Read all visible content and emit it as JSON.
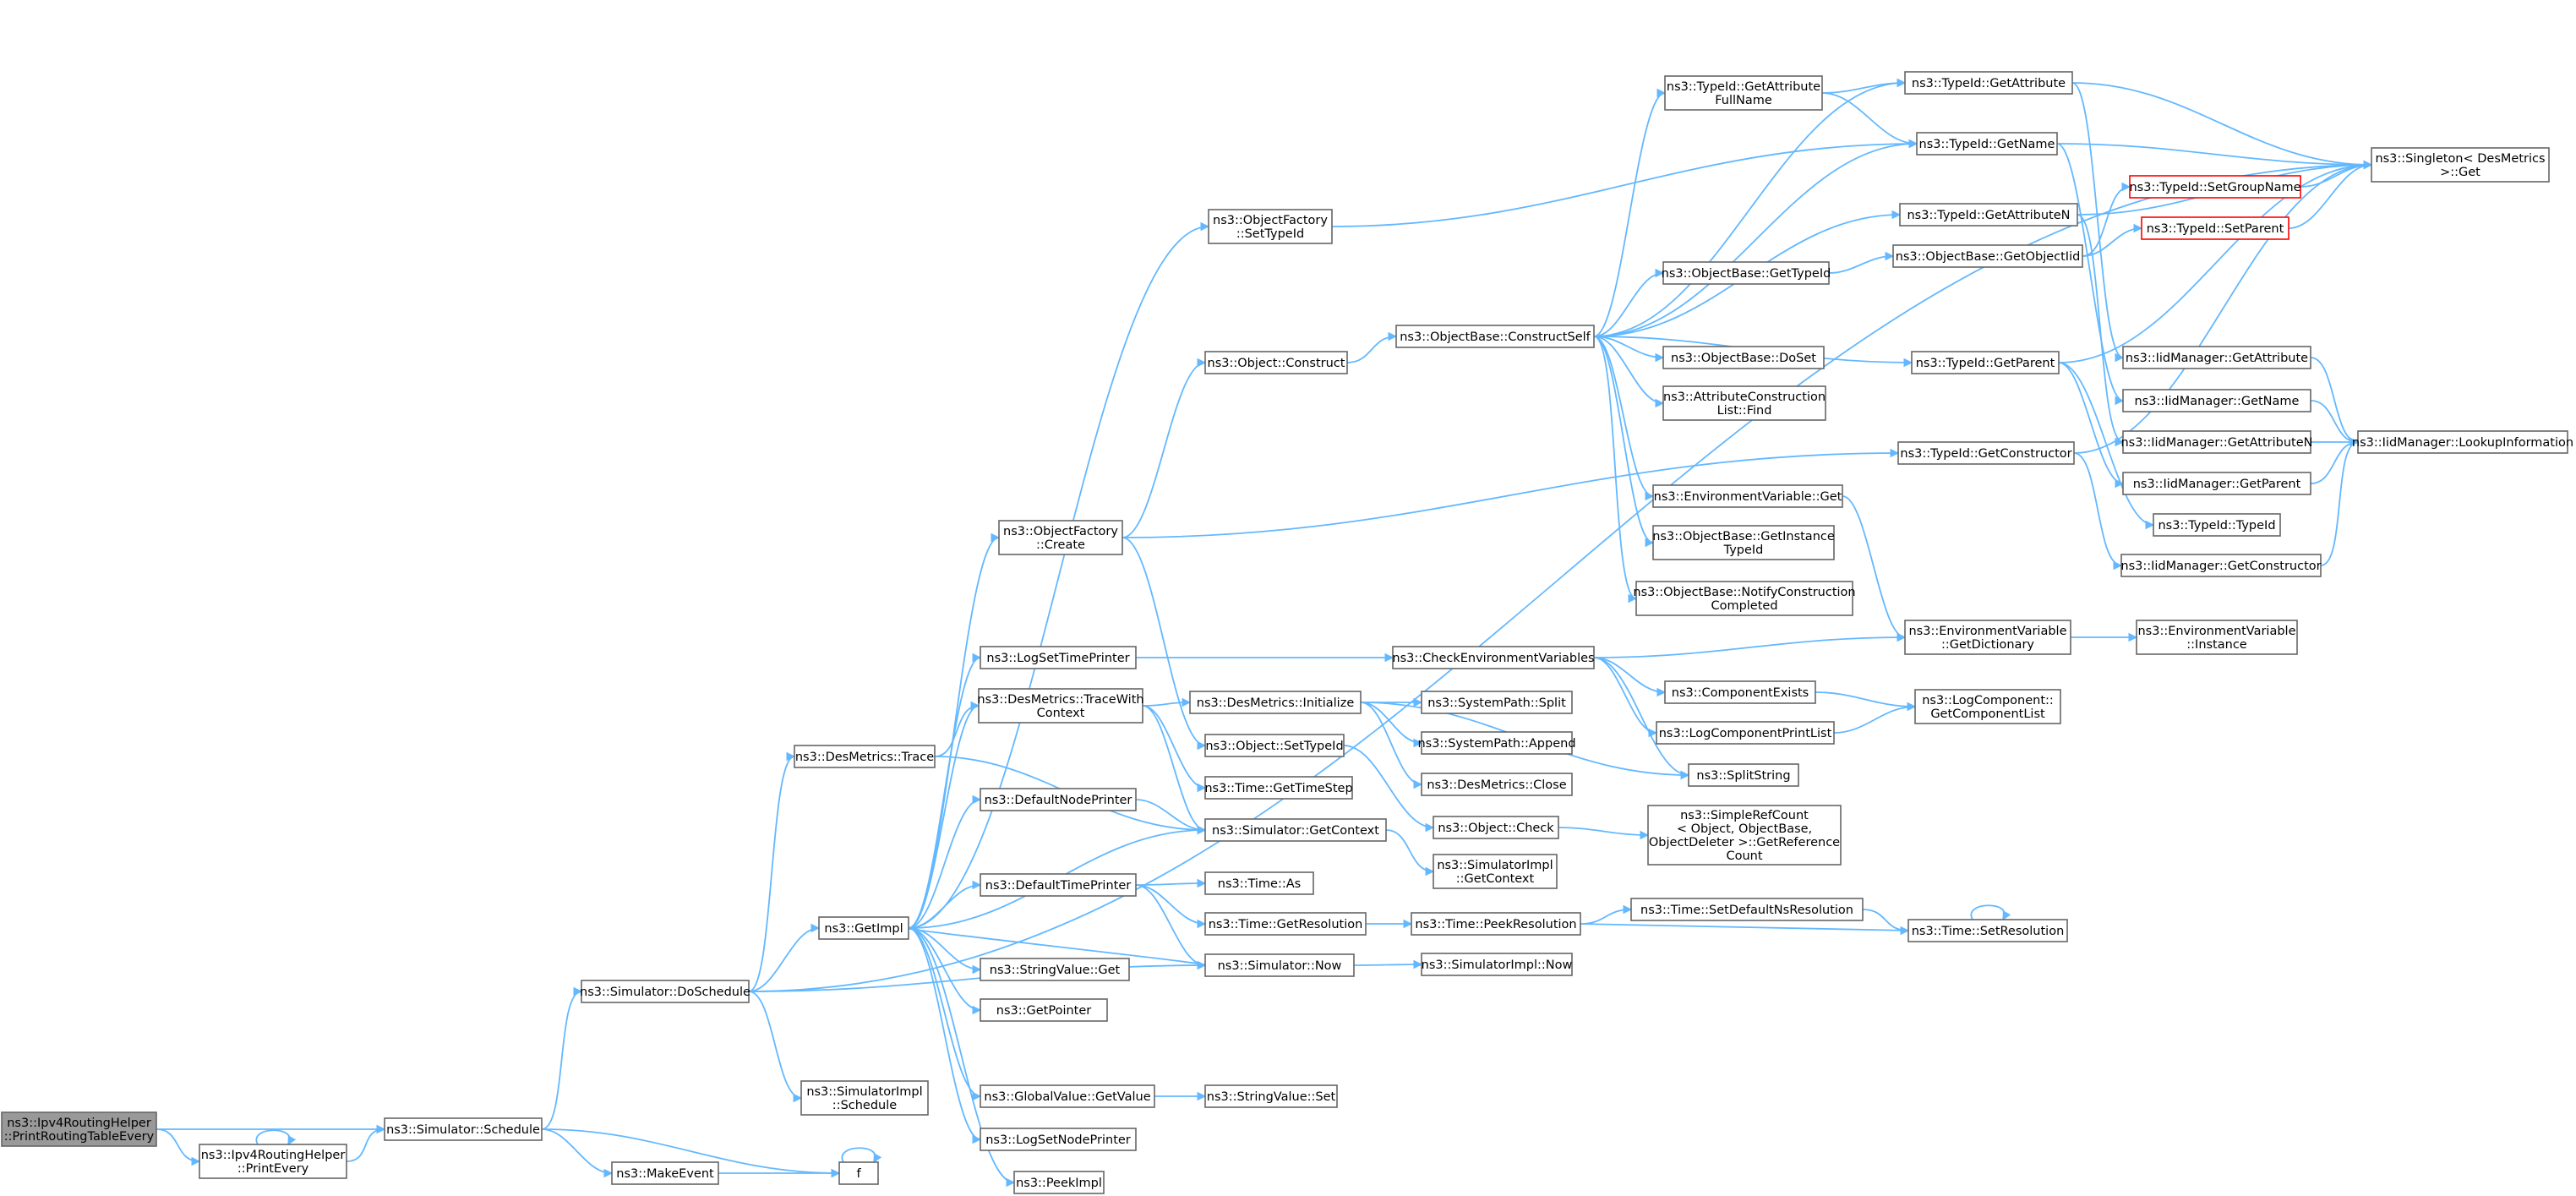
{
  "graph": {
    "nodes": [
      {
        "id": "root",
        "lines": [
          "ns3::Ipv4RoutingHelper",
          "::PrintRoutingTableEvery"
        ],
        "style": "root"
      },
      {
        "id": "printEvery",
        "lines": [
          "ns3::Ipv4RoutingHelper",
          "::PrintEvery"
        ]
      },
      {
        "id": "schedule",
        "lines": [
          "ns3::Simulator::Schedule"
        ]
      },
      {
        "id": "makeEvent",
        "lines": [
          "ns3::MakeEvent"
        ]
      },
      {
        "id": "f",
        "lines": [
          "f"
        ]
      },
      {
        "id": "doSchedule",
        "lines": [
          "ns3::Simulator::DoSchedule"
        ]
      },
      {
        "id": "simImplSchedule",
        "lines": [
          "ns3::SimulatorImpl",
          "::Schedule"
        ]
      },
      {
        "id": "desTrace",
        "lines": [
          "ns3::DesMetrics::Trace"
        ]
      },
      {
        "id": "getImpl",
        "lines": [
          "ns3::GetImpl"
        ]
      },
      {
        "id": "objFactSetTypeId",
        "lines": [
          "ns3::ObjectFactory",
          "::SetTypeId"
        ]
      },
      {
        "id": "objFactCreate",
        "lines": [
          "ns3::ObjectFactory",
          "::Create"
        ]
      },
      {
        "id": "logSetTimePrinter",
        "lines": [
          "ns3::LogSetTimePrinter"
        ]
      },
      {
        "id": "desTraceWithContext",
        "lines": [
          "ns3::DesMetrics::TraceWith",
          "Context"
        ]
      },
      {
        "id": "defaultNodePrinter",
        "lines": [
          "ns3::DefaultNodePrinter"
        ]
      },
      {
        "id": "defaultTimePrinter",
        "lines": [
          "ns3::DefaultTimePrinter"
        ]
      },
      {
        "id": "stringValueGet",
        "lines": [
          "ns3::StringValue::Get"
        ]
      },
      {
        "id": "getPointer",
        "lines": [
          "ns3::GetPointer"
        ]
      },
      {
        "id": "globalValueGetValue",
        "lines": [
          "ns3::GlobalValue::GetValue"
        ]
      },
      {
        "id": "logSetNodePrinter",
        "lines": [
          "ns3::LogSetNodePrinter"
        ]
      },
      {
        "id": "peekImpl",
        "lines": [
          "ns3::PeekImpl"
        ]
      },
      {
        "id": "objectConstruct",
        "lines": [
          "ns3::Object::Construct"
        ]
      },
      {
        "id": "desInitialize",
        "lines": [
          "ns3::DesMetrics::Initialize"
        ]
      },
      {
        "id": "objectSetTypeId",
        "lines": [
          "ns3::Object::SetTypeId"
        ]
      },
      {
        "id": "timeGetTimeStep",
        "lines": [
          "ns3::Time::GetTimeStep"
        ]
      },
      {
        "id": "simGetContext",
        "lines": [
          "ns3::Simulator::GetContext"
        ]
      },
      {
        "id": "timeAs",
        "lines": [
          "ns3::Time::As"
        ]
      },
      {
        "id": "timeGetResolution",
        "lines": [
          "ns3::Time::GetResolution"
        ]
      },
      {
        "id": "simNow",
        "lines": [
          "ns3::Simulator::Now"
        ]
      },
      {
        "id": "stringValueSet",
        "lines": [
          "ns3::StringValue::Set"
        ]
      },
      {
        "id": "constructSelf",
        "lines": [
          "ns3::ObjectBase::ConstructSelf"
        ]
      },
      {
        "id": "checkEnvVars",
        "lines": [
          "ns3::CheckEnvironmentVariables"
        ]
      },
      {
        "id": "sysPathSplit",
        "lines": [
          "ns3::SystemPath::Split"
        ]
      },
      {
        "id": "sysPathAppend",
        "lines": [
          "ns3::SystemPath::Append"
        ]
      },
      {
        "id": "desClose",
        "lines": [
          "ns3::DesMetrics::Close"
        ]
      },
      {
        "id": "objectCheck",
        "lines": [
          "ns3::Object::Check"
        ]
      },
      {
        "id": "simImplGetContext",
        "lines": [
          "ns3::SimulatorImpl",
          "::GetContext"
        ]
      },
      {
        "id": "timePeekResolution",
        "lines": [
          "ns3::Time::PeekResolution"
        ]
      },
      {
        "id": "simImplNow",
        "lines": [
          "ns3::SimulatorImpl::Now"
        ]
      },
      {
        "id": "getAttrFullName",
        "lines": [
          "ns3::TypeId::GetAttribute",
          "FullName"
        ]
      },
      {
        "id": "objBaseGetTypeId",
        "lines": [
          "ns3::ObjectBase::GetTypeId"
        ]
      },
      {
        "id": "objBaseDoSet",
        "lines": [
          "ns3::ObjectBase::DoSet"
        ]
      },
      {
        "id": "attrConstrListFind",
        "lines": [
          "ns3::AttributeConstruction",
          "List::Find"
        ]
      },
      {
        "id": "envVarGet",
        "lines": [
          "ns3::EnvironmentVariable::Get"
        ]
      },
      {
        "id": "objBaseGetInstanceTypeId",
        "lines": [
          "ns3::ObjectBase::GetInstance",
          "TypeId"
        ]
      },
      {
        "id": "objBaseNotifyConstructionCompleted",
        "lines": [
          "ns3::ObjectBase::NotifyConstruction",
          "Completed"
        ]
      },
      {
        "id": "componentExists",
        "lines": [
          "ns3::ComponentExists"
        ]
      },
      {
        "id": "logComponentPrintList",
        "lines": [
          "ns3::LogComponentPrintList"
        ]
      },
      {
        "id": "splitString",
        "lines": [
          "ns3::SplitString"
        ]
      },
      {
        "id": "simpleRefCount",
        "lines": [
          "ns3::SimpleRefCount",
          "< Object, ObjectBase,",
          "ObjectDeleter >::GetReference",
          "Count"
        ]
      },
      {
        "id": "timeSetDefaultNs",
        "lines": [
          "ns3::Time::SetDefaultNsResolution"
        ]
      },
      {
        "id": "typeIdGetAttribute",
        "lines": [
          "ns3::TypeId::GetAttribute"
        ]
      },
      {
        "id": "typeIdGetName",
        "lines": [
          "ns3::TypeId::GetName"
        ]
      },
      {
        "id": "typeIdGetAttributeN",
        "lines": [
          "ns3::TypeId::GetAttributeN"
        ]
      },
      {
        "id": "objBaseGetObjectIid",
        "lines": [
          "ns3::ObjectBase::GetObjectIid"
        ]
      },
      {
        "id": "typeIdGetParent",
        "lines": [
          "ns3::TypeId::GetParent"
        ]
      },
      {
        "id": "typeIdGetConstructor",
        "lines": [
          "ns3::TypeId::GetConstructor"
        ]
      },
      {
        "id": "envVarGetDictionary",
        "lines": [
          "ns3::EnvironmentVariable",
          "::GetDictionary"
        ]
      },
      {
        "id": "logCompGetComponentList",
        "lines": [
          "ns3::LogComponent::",
          "GetComponentList"
        ]
      },
      {
        "id": "timeSetResolution",
        "lines": [
          "ns3::Time::SetResolution"
        ]
      },
      {
        "id": "typeIdSetGroupName",
        "lines": [
          "ns3::TypeId::SetGroupName"
        ],
        "style": "red"
      },
      {
        "id": "typeIdSetParent",
        "lines": [
          "ns3::TypeId::SetParent"
        ],
        "style": "red"
      },
      {
        "id": "iidGetAttribute",
        "lines": [
          "ns3::IidManager::GetAttribute"
        ]
      },
      {
        "id": "iidGetName",
        "lines": [
          "ns3::IidManager::GetName"
        ]
      },
      {
        "id": "iidGetAttributeN",
        "lines": [
          "ns3::IidManager::GetAttributeN"
        ]
      },
      {
        "id": "iidGetParent",
        "lines": [
          "ns3::IidManager::GetParent"
        ]
      },
      {
        "id": "typeIdTypeId",
        "lines": [
          "ns3::TypeId::TypeId"
        ]
      },
      {
        "id": "iidGetConstructor",
        "lines": [
          "ns3::IidManager::GetConstructor"
        ]
      },
      {
        "id": "envVarInstance",
        "lines": [
          "ns3::EnvironmentVariable",
          "::Instance"
        ]
      },
      {
        "id": "singletonGet",
        "lines": [
          "ns3::Singleton< DesMetrics",
          "  >::Get"
        ]
      },
      {
        "id": "iidLookupInformation",
        "lines": [
          "ns3::IidManager::LookupInformation"
        ]
      }
    ],
    "edges": [
      [
        "root",
        "schedule"
      ],
      [
        "root",
        "printEvery"
      ],
      [
        "printEvery",
        "printEvery"
      ],
      [
        "printEvery",
        "schedule"
      ],
      [
        "schedule",
        "doSchedule"
      ],
      [
        "schedule",
        "makeEvent"
      ],
      [
        "schedule",
        "f"
      ],
      [
        "makeEvent",
        "f"
      ],
      [
        "f",
        "f"
      ],
      [
        "doSchedule",
        "singletonGet"
      ],
      [
        "doSchedule",
        "desTrace"
      ],
      [
        "doSchedule",
        "getImpl"
      ],
      [
        "doSchedule",
        "simImplSchedule"
      ],
      [
        "doSchedule",
        "simNow"
      ],
      [
        "desTrace",
        "desTraceWithContext"
      ],
      [
        "desTrace",
        "simGetContext"
      ],
      [
        "getImpl",
        "objFactSetTypeId"
      ],
      [
        "getImpl",
        "objFactCreate"
      ],
      [
        "getImpl",
        "logSetTimePrinter"
      ],
      [
        "getImpl",
        "desTraceWithContext"
      ],
      [
        "getImpl",
        "defaultNodePrinter"
      ],
      [
        "getImpl",
        "defaultTimePrinter"
      ],
      [
        "getImpl",
        "stringValueGet"
      ],
      [
        "getImpl",
        "getPointer"
      ],
      [
        "getImpl",
        "globalValueGetValue"
      ],
      [
        "getImpl",
        "logSetNodePrinter"
      ],
      [
        "getImpl",
        "peekImpl"
      ],
      [
        "getImpl",
        "simGetContext"
      ],
      [
        "objFactSetTypeId",
        "typeIdGetName"
      ],
      [
        "objFactCreate",
        "objectConstruct"
      ],
      [
        "objFactCreate",
        "typeIdGetConstructor"
      ],
      [
        "objFactCreate",
        "objectSetTypeId"
      ],
      [
        "logSetTimePrinter",
        "checkEnvVars"
      ],
      [
        "desTraceWithContext",
        "desInitialize"
      ],
      [
        "desTraceWithContext",
        "timeGetTimeStep"
      ],
      [
        "desTraceWithContext",
        "simGetContext"
      ],
      [
        "defaultNodePrinter",
        "simGetContext"
      ],
      [
        "defaultTimePrinter",
        "timeAs"
      ],
      [
        "defaultTimePrinter",
        "timeGetResolution"
      ],
      [
        "defaultTimePrinter",
        "simNow"
      ],
      [
        "globalValueGetValue",
        "stringValueSet"
      ],
      [
        "objectConstruct",
        "constructSelf"
      ],
      [
        "desInitialize",
        "sysPathSplit"
      ],
      [
        "desInitialize",
        "sysPathAppend"
      ],
      [
        "desInitialize",
        "desClose"
      ],
      [
        "desInitialize",
        "splitString"
      ],
      [
        "objectSetTypeId",
        "objectCheck"
      ],
      [
        "simGetContext",
        "simImplGetContext"
      ],
      [
        "timeGetResolution",
        "timePeekResolution"
      ],
      [
        "simNow",
        "simImplNow"
      ],
      [
        "simNow",
        "getImpl"
      ],
      [
        "constructSelf",
        "getAttrFullName"
      ],
      [
        "constructSelf",
        "typeIdGetAttribute"
      ],
      [
        "constructSelf",
        "typeIdGetName"
      ],
      [
        "constructSelf",
        "typeIdGetAttributeN"
      ],
      [
        "constructSelf",
        "objBaseGetTypeId"
      ],
      [
        "constructSelf",
        "objBaseDoSet"
      ],
      [
        "constructSelf",
        "attrConstrListFind"
      ],
      [
        "constructSelf",
        "typeIdGetParent"
      ],
      [
        "constructSelf",
        "envVarGet"
      ],
      [
        "constructSelf",
        "objBaseGetInstanceTypeId"
      ],
      [
        "constructSelf",
        "objBaseNotifyConstructionCompleted"
      ],
      [
        "checkEnvVars",
        "envVarGetDictionary"
      ],
      [
        "checkEnvVars",
        "componentExists"
      ],
      [
        "checkEnvVars",
        "logComponentPrintList"
      ],
      [
        "checkEnvVars",
        "splitString"
      ],
      [
        "objectCheck",
        "simpleRefCount"
      ],
      [
        "timePeekResolution",
        "timeSetDefaultNs"
      ],
      [
        "getAttrFullName",
        "typeIdGetAttribute"
      ],
      [
        "getAttrFullName",
        "typeIdGetName"
      ],
      [
        "objBaseGetTypeId",
        "objBaseGetObjectIid"
      ],
      [
        "envVarGet",
        "envVarGetDictionary"
      ],
      [
        "componentExists",
        "logCompGetComponentList"
      ],
      [
        "logComponentPrintList",
        "logCompGetComponentList"
      ],
      [
        "timeSetDefaultNs",
        "timeSetResolution"
      ],
      [
        "typeIdGetAttribute",
        "singletonGet"
      ],
      [
        "typeIdGetAttribute",
        "iidGetAttribute"
      ],
      [
        "typeIdGetName",
        "singletonGet"
      ],
      [
        "typeIdGetName",
        "iidGetName"
      ],
      [
        "typeIdGetAttributeN",
        "singletonGet"
      ],
      [
        "typeIdGetAttributeN",
        "iidGetAttributeN"
      ],
      [
        "objBaseGetObjectIid",
        "typeIdSetGroupName"
      ],
      [
        "objBaseGetObjectIid",
        "typeIdSetParent"
      ],
      [
        "typeIdGetParent",
        "singletonGet"
      ],
      [
        "typeIdGetParent",
        "iidGetParent"
      ],
      [
        "typeIdGetParent",
        "typeIdTypeId"
      ],
      [
        "typeIdGetConstructor",
        "singletonGet"
      ],
      [
        "typeIdGetConstructor",
        "iidGetConstructor"
      ],
      [
        "envVarGetDictionary",
        "envVarInstance"
      ],
      [
        "timeSetResolution",
        "timePeekResolution"
      ],
      [
        "timeSetResolution",
        "timeSetResolution"
      ],
      [
        "typeIdSetGroupName",
        "singletonGet"
      ],
      [
        "typeIdSetParent",
        "singletonGet"
      ],
      [
        "iidGetAttribute",
        "iidLookupInformation"
      ],
      [
        "iidGetName",
        "iidLookupInformation"
      ],
      [
        "iidGetAttributeN",
        "iidLookupInformation"
      ],
      [
        "iidGetParent",
        "iidLookupInformation"
      ],
      [
        "iidGetConstructor",
        "iidLookupInformation"
      ]
    ]
  }
}
